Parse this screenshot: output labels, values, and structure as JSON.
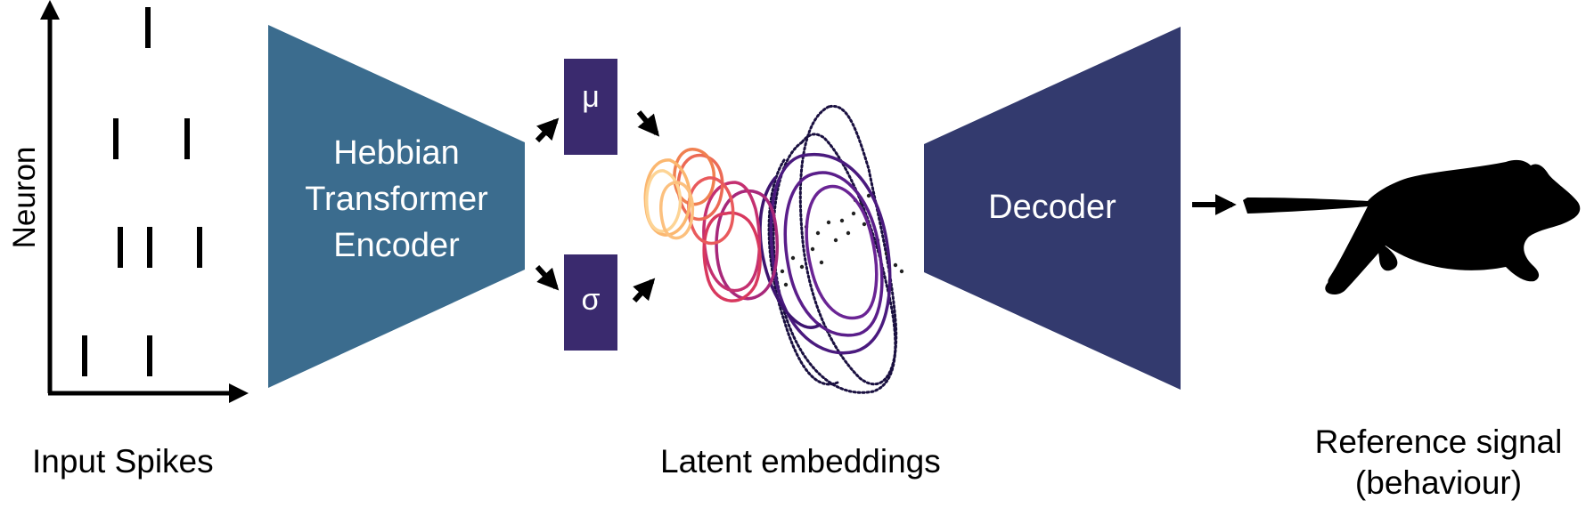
{
  "axis": {
    "y_label": "Neuron"
  },
  "captions": {
    "input": "Input Spikes",
    "latent": "Latent embeddings",
    "reference_line1": "Reference signal",
    "reference_line2": "(behaviour)"
  },
  "encoder": {
    "line1": "Hebbian",
    "line2": "Transformer",
    "line3": "Encoder"
  },
  "mu_label": "μ",
  "sigma_label": "σ",
  "decoder_label": "Decoder",
  "colors": {
    "encoder": "#3b6c8e",
    "decoder": "#333a6e",
    "latent_box": "#3a2a6e",
    "ink": "#000000"
  },
  "icons": [
    "arrow-icon",
    "mouse-icon"
  ]
}
